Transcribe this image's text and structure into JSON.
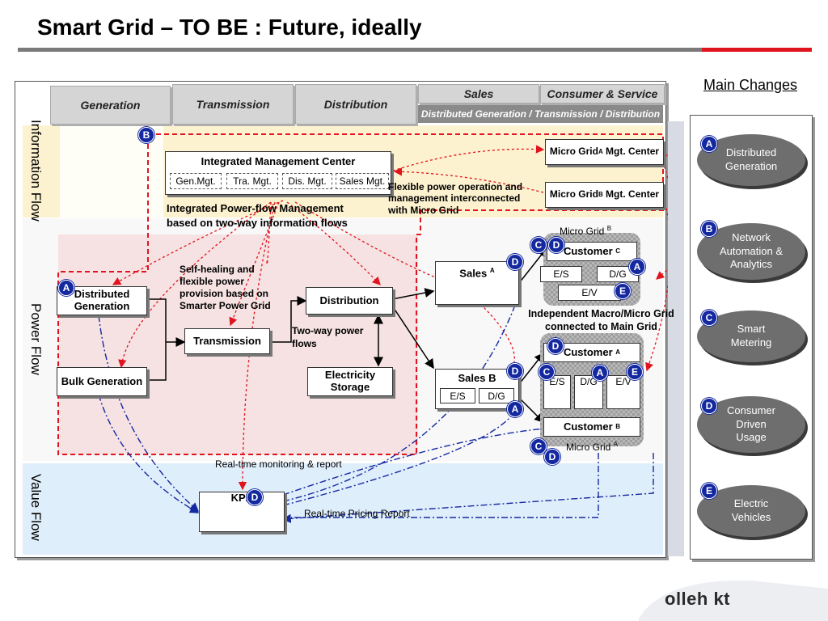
{
  "title": "Smart Grid – TO BE : Future, ideally",
  "columns": {
    "generation": "Generation",
    "transmission": "Transmission",
    "distribution": "Distribution",
    "sales": "Sales",
    "consumer": "Consumer & Service",
    "subheader": "Distributed Generation / Transmission / Distribution"
  },
  "rows": {
    "information": "Information Flow",
    "power": "Power Flow",
    "value": "Value Flow"
  },
  "imc": {
    "title": "Integrated Management Center",
    "gen": "Gen.Mgt.",
    "tra": "Tra. Mgt.",
    "dis": "Dis. Mgt.",
    "sales": "Sales Mgt."
  },
  "microgrid_a_center": {
    "prefix": "Micro Grid",
    "sup": "A",
    "suffix": " Mgt. Center"
  },
  "microgrid_b_center": {
    "prefix": "Micro Grid",
    "sup": "B",
    "suffix": " Mgt. Center"
  },
  "flex_text": "Flexible power operation and management interconnected with Micro Grid",
  "ipm_line1": "Integrated Power-flow Management",
  "ipm_line2": "based on two-way information flows",
  "self_healing": "Self-healing and flexible power provision based on Smarter Power Grid",
  "distributed_generation": "Distributed Generation",
  "bulk_generation": "Bulk Generation",
  "transmission_box": "Transmission",
  "distribution_box": "Distribution",
  "two_way": "Two-way power flows",
  "storage": "Electricity Storage",
  "sales_a": {
    "label": "Sales",
    "sup": "A"
  },
  "sales_b": "Sales B",
  "es": "E/S",
  "dg": "D/G",
  "ev": "E/V",
  "micro_grid_b_label": {
    "label": "Micro Grid",
    "sup": "B"
  },
  "micro_grid_a_label": {
    "label": "Micro Grid",
    "sup": "A"
  },
  "customer_c": {
    "label": "Customer",
    "sup": "C"
  },
  "customer_a": {
    "label": "Customer",
    "sup": "A"
  },
  "customer_b": {
    "label": "Customer",
    "sup": "B"
  },
  "independent": "Independent Macro/Micro Grid connected to Main Grid",
  "realtime_monitoring": "Real-time monitoring & report",
  "realtime_pricing": "Real-time Pricing Report",
  "kpx": "KPX",
  "main_changes": "Main Changes",
  "changes": [
    {
      "letter": "A",
      "label": "Distributed Generation"
    },
    {
      "letter": "B",
      "label": "Network Automation & Analytics"
    },
    {
      "letter": "C",
      "label": "Smart Metering"
    },
    {
      "letter": "D",
      "label": "Consumer Driven Usage"
    },
    {
      "letter": "E",
      "label": "Electric Vehicles"
    }
  ],
  "logo": "olleh kt",
  "colors": {
    "accent_red": "#e0141e",
    "badge_blue": "#1428a0",
    "info_band": "#fdf2cf",
    "power_band": "#f6e2e2",
    "value_band": "#dfeefb"
  }
}
